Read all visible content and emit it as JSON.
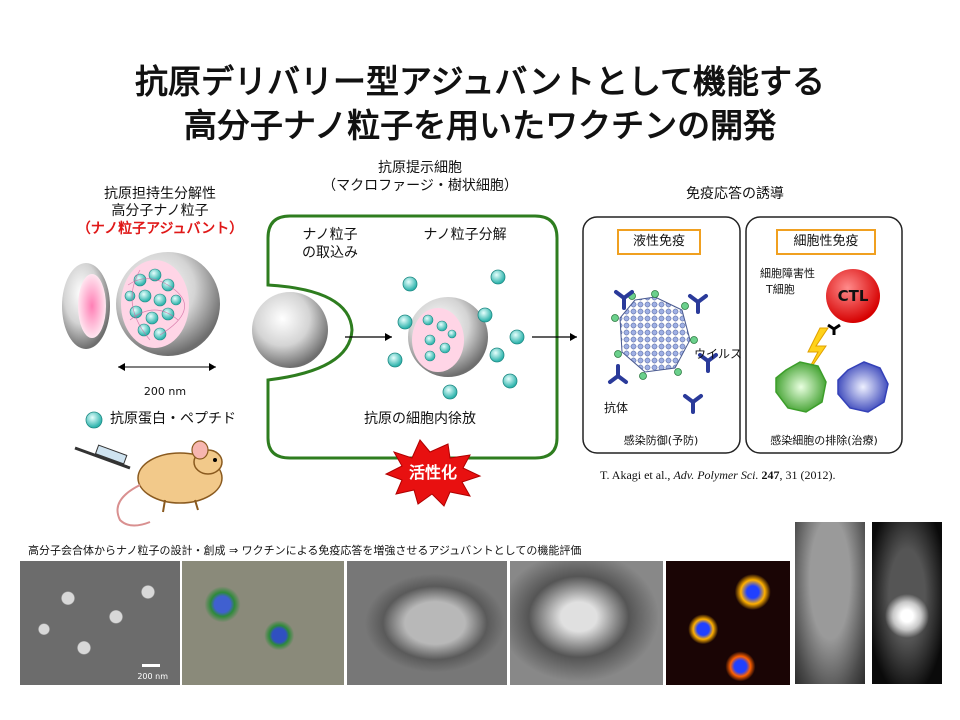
{
  "title_line1": "抗原デリバリー型アジュバントとして機能する",
  "title_line2": "高分子ナノ粒子を用いたワクチンの開発",
  "left": {
    "heading_1": "抗原担持生分解性",
    "heading_2": "高分子ナノ粒子",
    "heading_red": "（ナノ粒子アジュバント）",
    "scale_label": "200 nm",
    "legend_label": "抗原蛋白・ペプチド"
  },
  "center": {
    "apc_1": "抗原提示細胞",
    "apc_2": "（マクロファージ・樹状細胞）",
    "uptake_1": "ナノ粒子",
    "uptake_2": "の取込み",
    "degradation": "ナノ粒子分解",
    "release": "抗原の細胞内徐放",
    "activation": "活性化"
  },
  "right": {
    "heading": "免疫応答の誘導",
    "humoral": "液性免疫",
    "virus": "ウイルス",
    "antibody": "抗体",
    "prevention": "感染防御(予防)",
    "cellular": "細胞性免疫",
    "ctl_desc_1": "細胞障害性",
    "ctl_desc_2": "T細胞",
    "ctl": "CTL",
    "treatment": "感染細胞の排除(治療)"
  },
  "citation": {
    "authors": "T. Akagi et al., ",
    "journal": "Adv. Polymer Sci.",
    "volume": "247",
    "pages": ", 31 (2012)."
  },
  "bottom": {
    "caption": "高分子会合体からナノ粒子の設計・創成 ⇒ ワクチンによる免疫応答を増強させるアジュバントとしての機能評価",
    "photo1_scale": "200 nm"
  },
  "colors": {
    "green_border": "#2e7d1f",
    "orange_box": "#f0a020",
    "red_text": "#e01818",
    "particle": "#5fd3cc"
  }
}
